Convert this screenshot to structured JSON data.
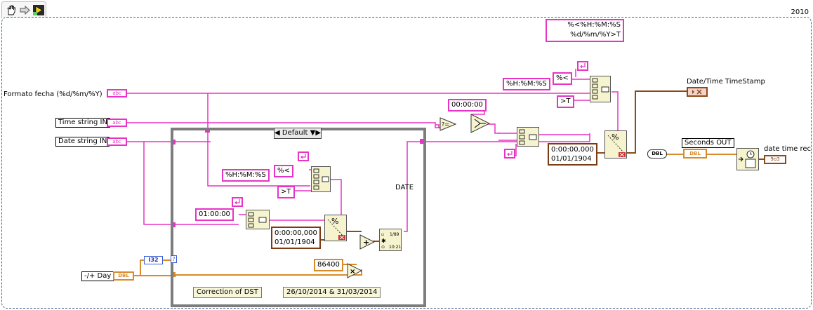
{
  "toolbar": {
    "icons": [
      "hand-icon",
      "arrow-right-icon",
      "run-highlight-icon"
    ]
  },
  "version_label": "2010",
  "inputs": {
    "format_label": "Formato fecha (%d/%m/%Y)",
    "format_type": "abc",
    "time_label": "Time string IN",
    "time_type": "abc",
    "date_label": "Date string IN",
    "date_type": "abc",
    "day_label": "-/+ Day",
    "day_type": "DBL"
  },
  "outputs": {
    "timestamp_label": "Date/Time TimeStamp",
    "seconds_label": "Seconds OUT",
    "seconds_type": "DBL",
    "daterec_label": "date time rec",
    "daterec_type": "9o3"
  },
  "constants": {
    "top_format": "%<%H:%M:%S\n%d/%m/%Y>T",
    "outer_hms": "%H:%M:%S",
    "outer_lt": "%<",
    "outer_gt": ">T",
    "outer_zero_time": "00:00:00",
    "outer_ts": "0:00:00,000\n01/01/1904",
    "outer_dbl": "DBL",
    "inner_hms": "%H:%M:%S",
    "inner_lt": "%<",
    "inner_gt": ">T",
    "inner_one_hour": "01:00:00",
    "inner_ts": "0:00:00,000\n01/01/1904",
    "seconds_per_day": "86400",
    "i32": "I32"
  },
  "case_structure": {
    "selector": "Default",
    "selector_arrows": "◀ ▼▶",
    "tunnel_q": "?",
    "wire_label": "DATE",
    "note_dst": "Correction of DST",
    "note_dates": "26/10/2014 & 31/03/2014"
  },
  "colors": {
    "string_wire": "#e733c6",
    "numeric_wire": "#d98a2a",
    "timestamp_wire": "#7a3a12",
    "border": "#3a6a8c"
  }
}
